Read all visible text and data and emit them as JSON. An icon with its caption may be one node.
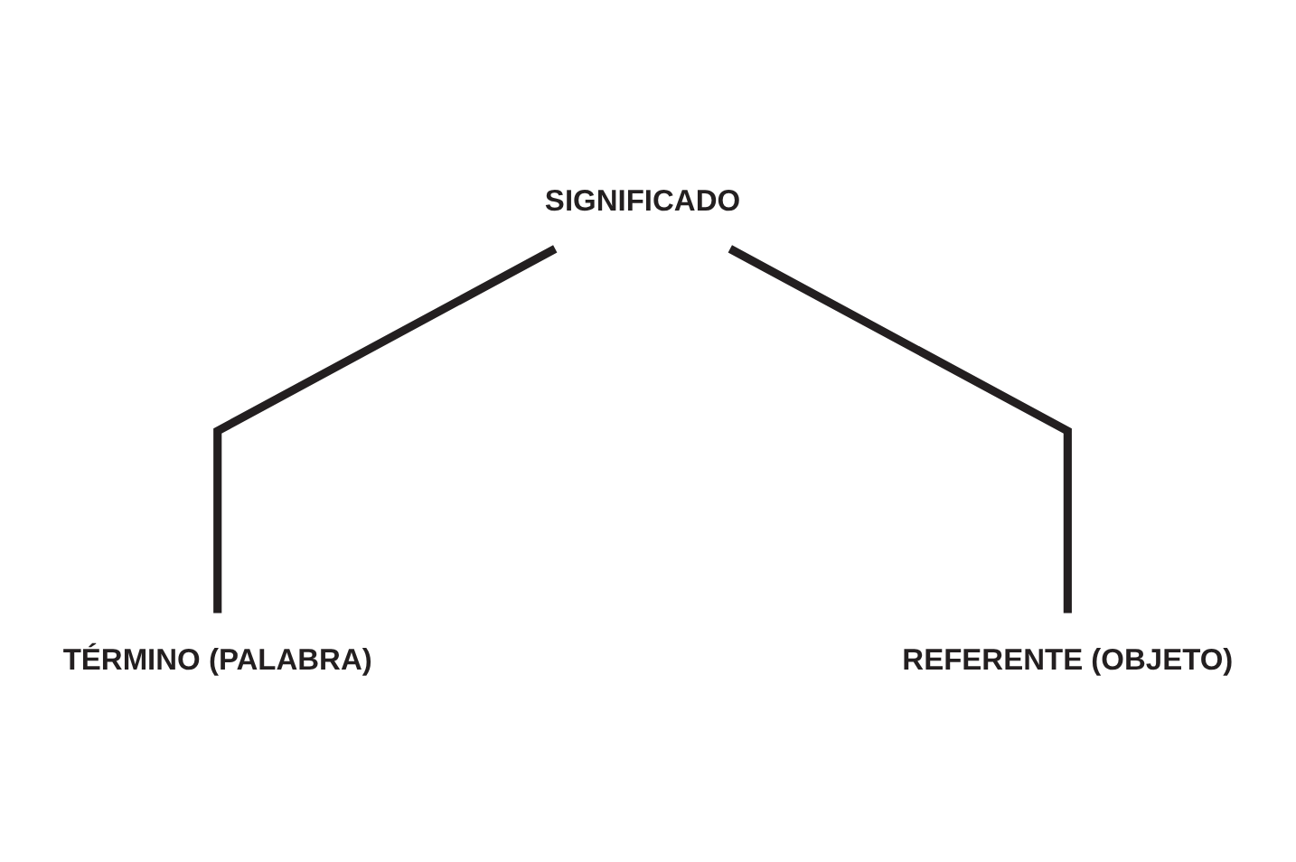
{
  "diagram": {
    "nodes": [
      {
        "text": [
          "SIGNIFICADO"
        ]
      },
      {
        "text": [
          "TÉRMINO (PALABRA)"
        ]
      },
      {
        "text": [
          "REFERENTE (OBJETO)"
        ]
      }
    ],
    "edges": [
      {
        "from": 0,
        "to": 1,
        "arrow": "none"
      },
      {
        "from": 0,
        "to": 2,
        "arrow": "none"
      }
    ]
  }
}
